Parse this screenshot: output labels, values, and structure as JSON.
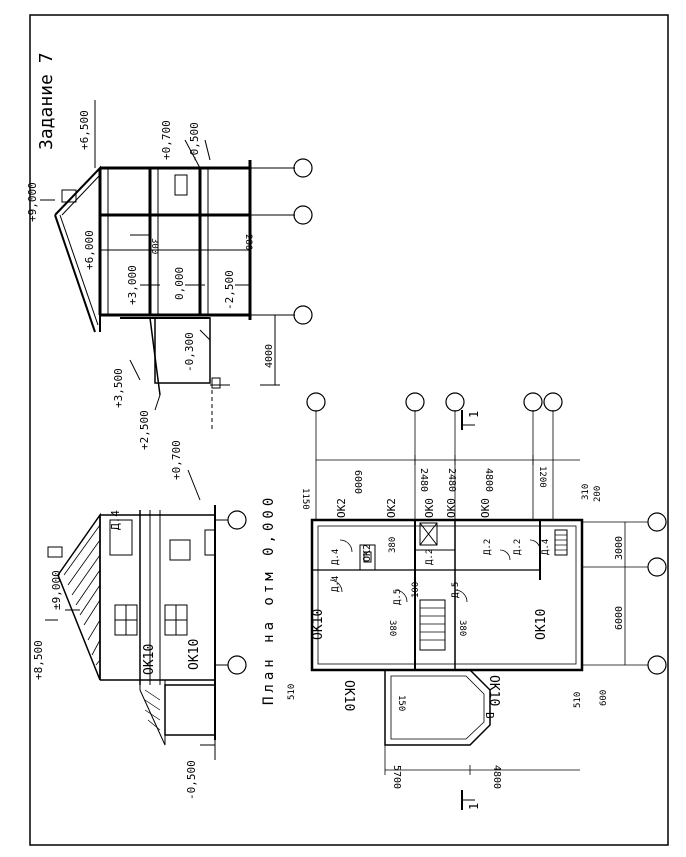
{
  "title": "Задание 7",
  "plan_title": "План на отм 0,000",
  "section_levels": [
    "+6,500",
    "+9,000",
    "+6,000",
    "+3,000",
    "0,000",
    "+0,700",
    "-0,500",
    "-2,500",
    "-0,300",
    "+3,500",
    "+2,500"
  ],
  "section_dims": [
    "300",
    "280",
    "4000"
  ],
  "facade_levels": [
    "±9,000",
    "+8,500",
    "+0,700",
    "-0,500"
  ],
  "facade_labels": [
    "ОК10",
    "ОК10",
    "Д.4"
  ],
  "plan_dims": [
    "6000",
    "2480",
    "2480",
    "4800",
    "1200",
    "310",
    "200",
    "3000",
    "6000",
    "600",
    "510",
    "5700",
    "4800",
    "510",
    "150",
    "1150"
  ],
  "plan_labels": [
    "ОК2",
    "ОК2",
    "ОК0",
    "ОК0",
    "ОК0",
    "ОК2",
    "Д.4",
    "Д.4",
    "Д.4",
    "Д.2",
    "Д.2",
    "Д.5",
    "Д.5",
    "Д.2",
    "380",
    "100",
    "380",
    "380",
    "ОК10",
    "ОК10",
    "ОК10",
    "ОК10",
    "В"
  ],
  "section_marks": [
    "1",
    "1"
  ]
}
